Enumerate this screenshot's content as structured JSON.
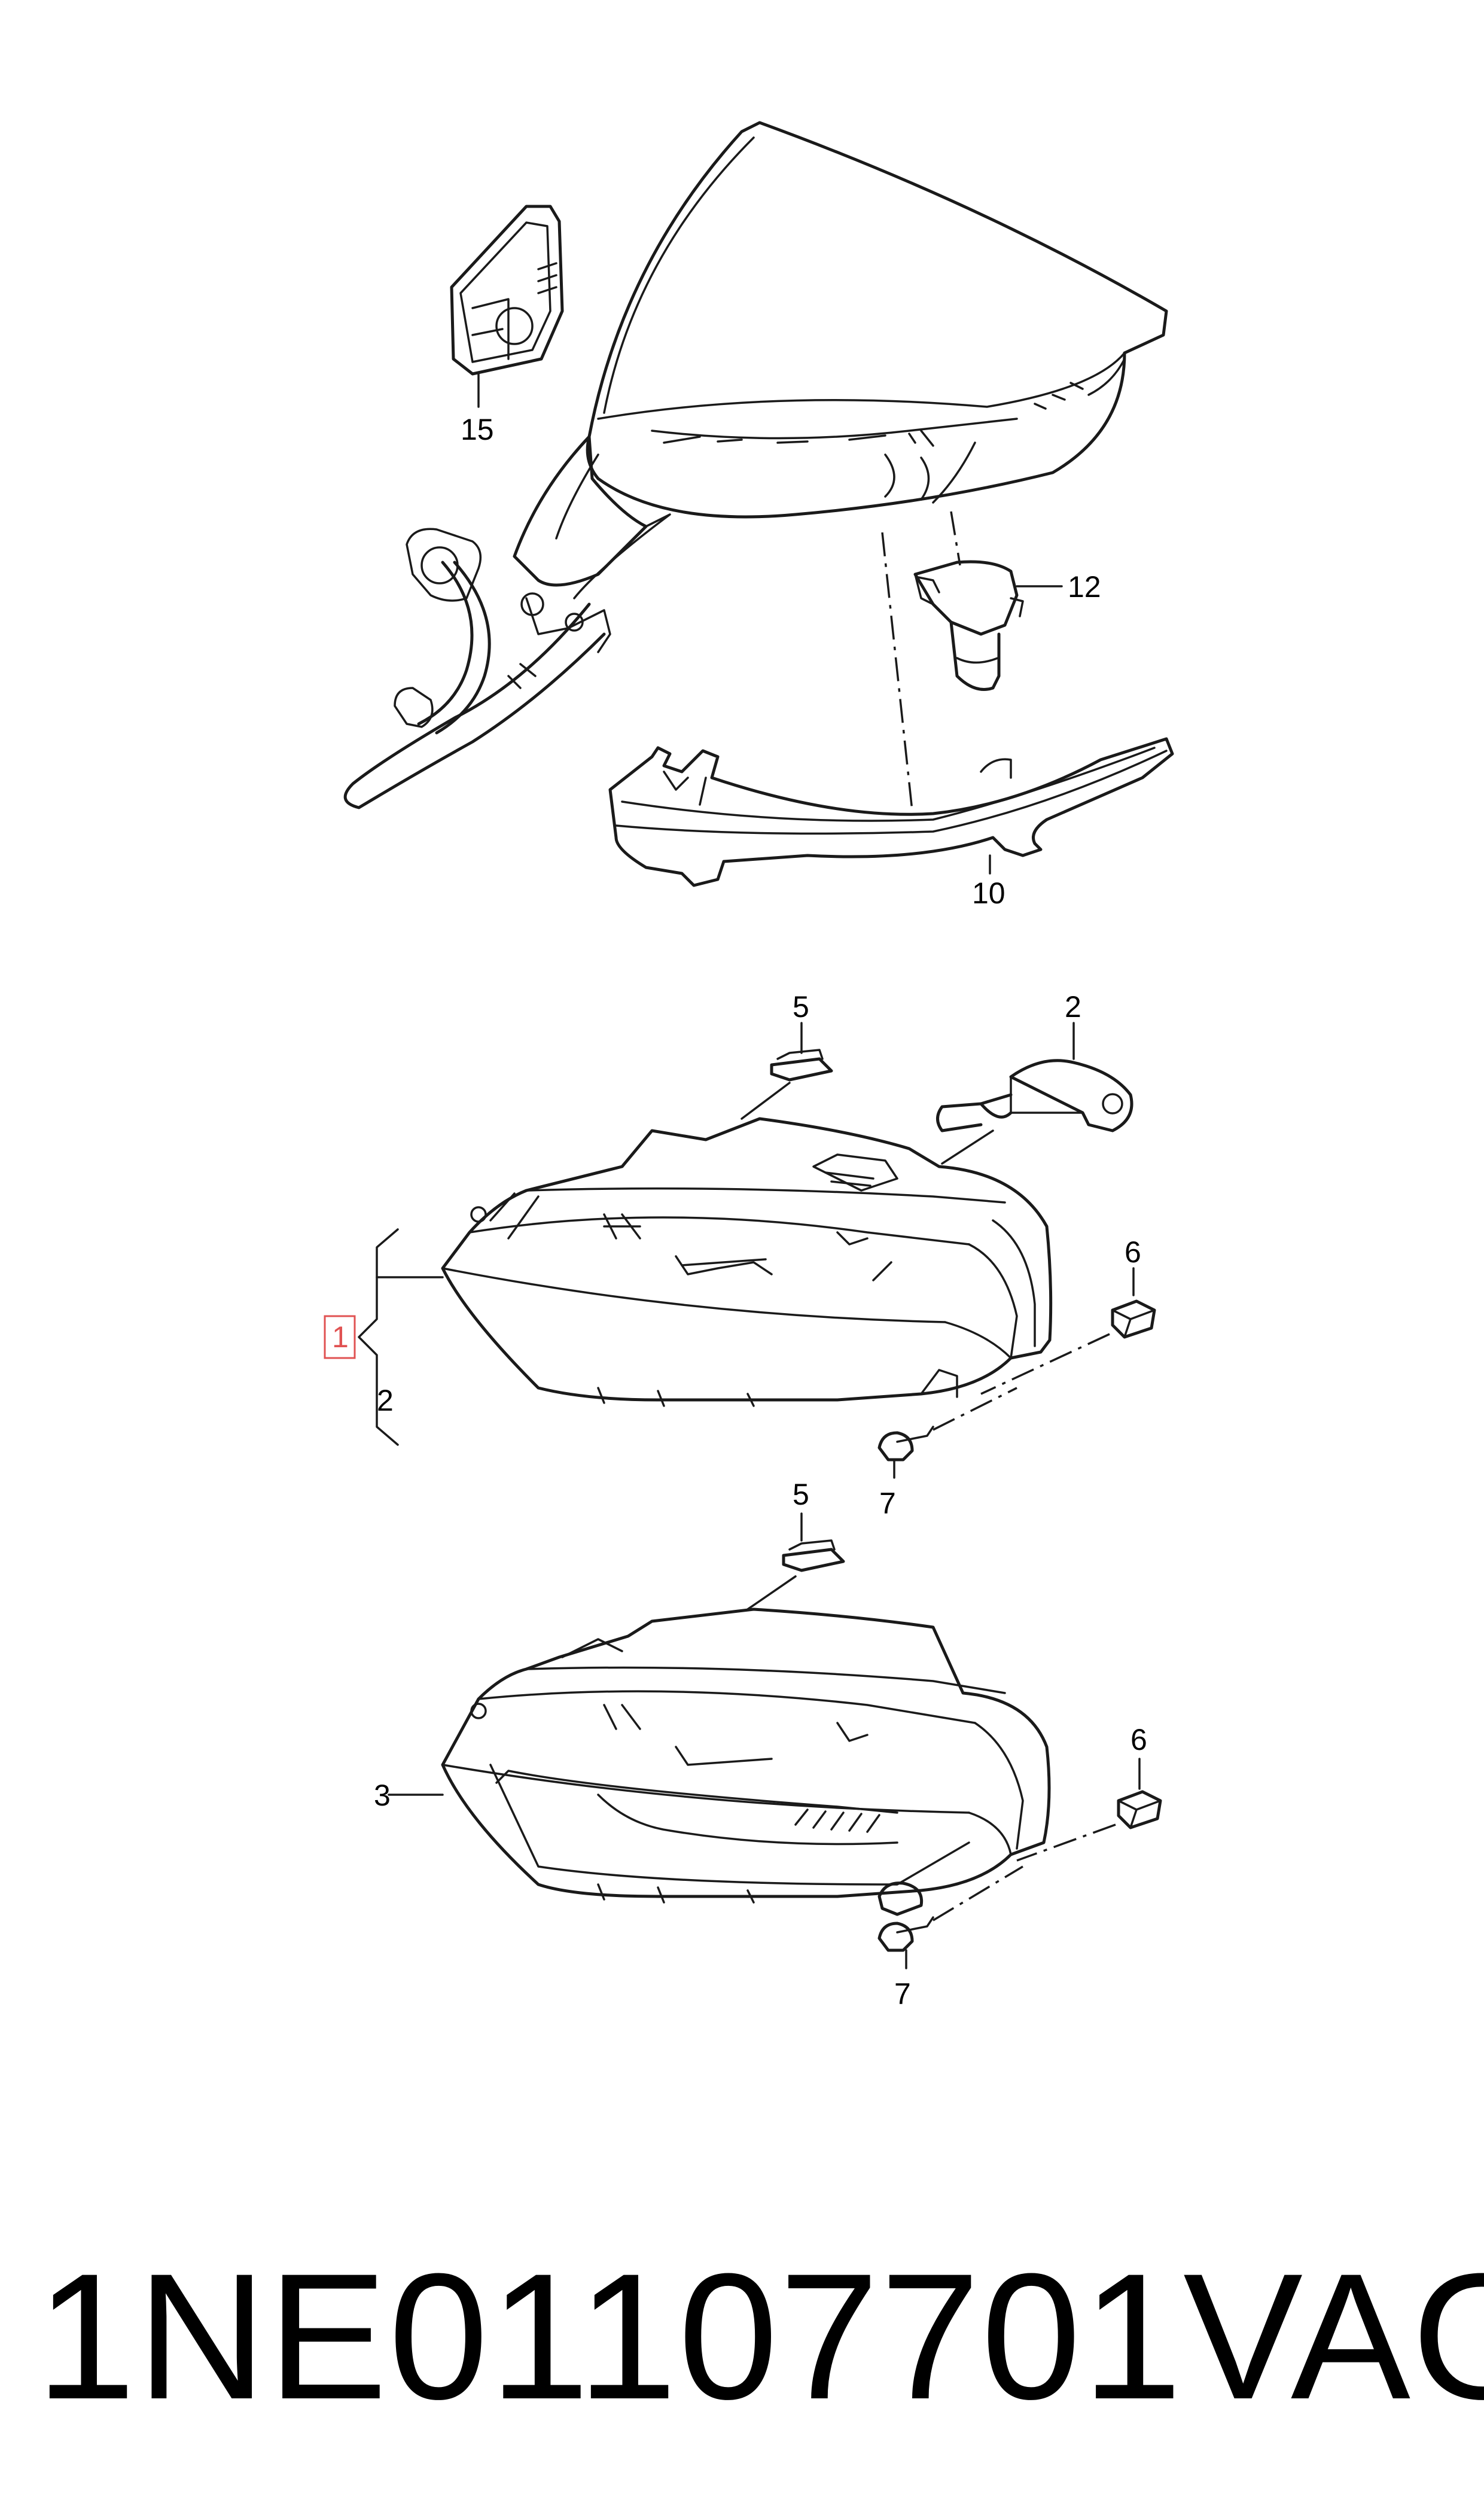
{
  "callouts": {
    "c15": "15",
    "c12": "12",
    "c10": "10",
    "c5a": "5",
    "c2a": "2",
    "c6a": "6",
    "c1": "1",
    "c2b": "2",
    "c7a": "7",
    "c5b": "5",
    "c6b": "6",
    "c3": "3",
    "c7b": "7"
  },
  "highlight_color": "#e05252",
  "footer": {
    "part_number": "1NE01107701",
    "brand": "VAG"
  }
}
